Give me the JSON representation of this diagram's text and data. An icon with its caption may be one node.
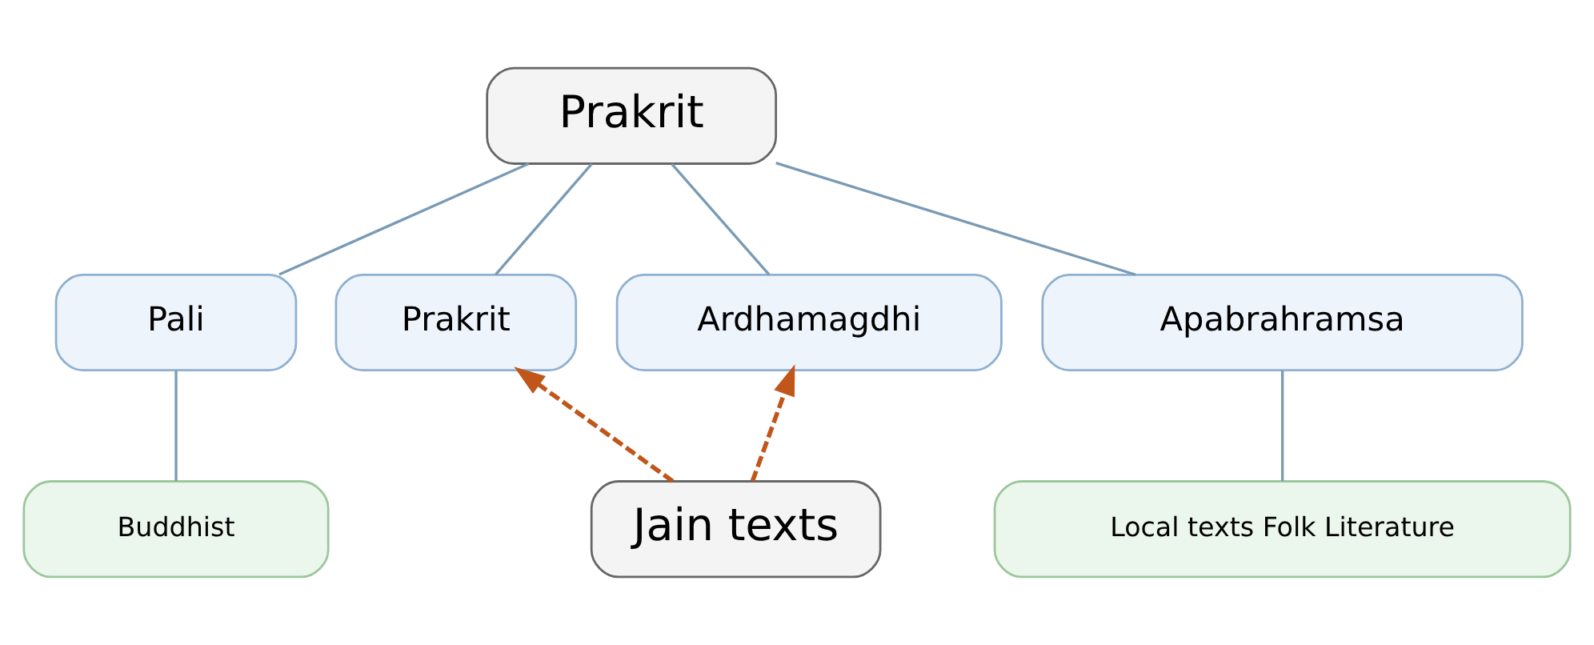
{
  "diagram": {
    "nodes": [
      {
        "text": [
          "Prakrit"
        ]
      },
      {
        "text": [
          "Pali"
        ]
      },
      {
        "text": [
          "Prakrit"
        ]
      },
      {
        "text": [
          "Ardhamagdhi"
        ]
      },
      {
        "text": [
          "Apabrahramsa"
        ]
      },
      {
        "text": [
          "Buddhist"
        ]
      },
      {
        "text": [
          "Jain texts"
        ]
      },
      {
        "text": [
          "Local texts Folk Literature"
        ]
      }
    ],
    "edges": [
      {
        "from": 0,
        "to": 1,
        "arrow": "none"
      },
      {
        "from": 0,
        "to": 2,
        "arrow": "none"
      },
      {
        "from": 0,
        "to": 3,
        "arrow": "none"
      },
      {
        "from": 0,
        "to": 4,
        "arrow": "none"
      },
      {
        "from": 1,
        "to": 5,
        "arrow": "none"
      },
      {
        "from": 4,
        "to": 7,
        "arrow": "none"
      },
      {
        "from": 6,
        "to": 2,
        "arrow": "to",
        "style": "dashed",
        "color": "#c0561a"
      },
      {
        "from": 6,
        "to": 3,
        "arrow": "to",
        "style": "dashed",
        "color": "#c0561a"
      }
    ]
  }
}
